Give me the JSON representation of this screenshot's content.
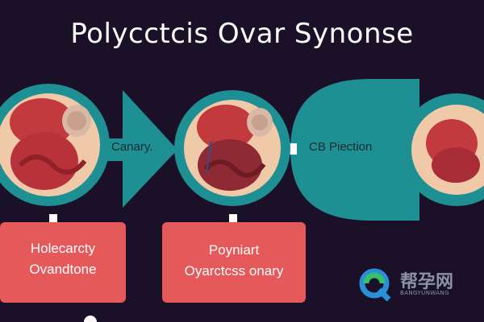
{
  "title": "Polycctcis Ovar Synonse",
  "labels": {
    "canary": "Canary.",
    "cb_piection": "CB Piection"
  },
  "boxes": [
    {
      "line1": "Holecarcty",
      "line2": "Ovandtone"
    },
    {
      "line1": "Poyniart",
      "line2": "Oyarctcss onary"
    }
  ],
  "watermark": {
    "cn": "帮孕网",
    "en": "BANGYUNWANG"
  },
  "colors": {
    "background": "#1a1027",
    "teal": "#1e8f93",
    "box_red": "#e5595a",
    "ovary_red": "#b8323a"
  }
}
